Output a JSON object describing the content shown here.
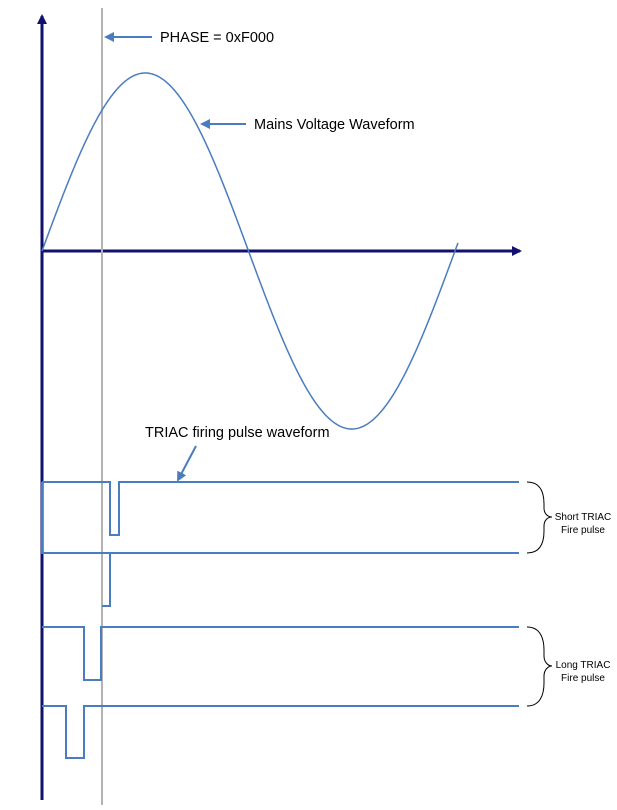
{
  "labels": {
    "phase": "PHASE = 0xF000",
    "mains": "Mains Voltage Waveform",
    "triac": "TRIAC firing pulse waveform",
    "short_line1": "Short TRIAC",
    "short_line2": "Fire pulse",
    "long_line1": "Long TRIAC",
    "long_line2": "Fire pulse"
  },
  "colors": {
    "axis": "#12126e",
    "waveform": "#4a7cc0",
    "phase_marker": "#b3b3b3",
    "text": "#000000"
  }
}
